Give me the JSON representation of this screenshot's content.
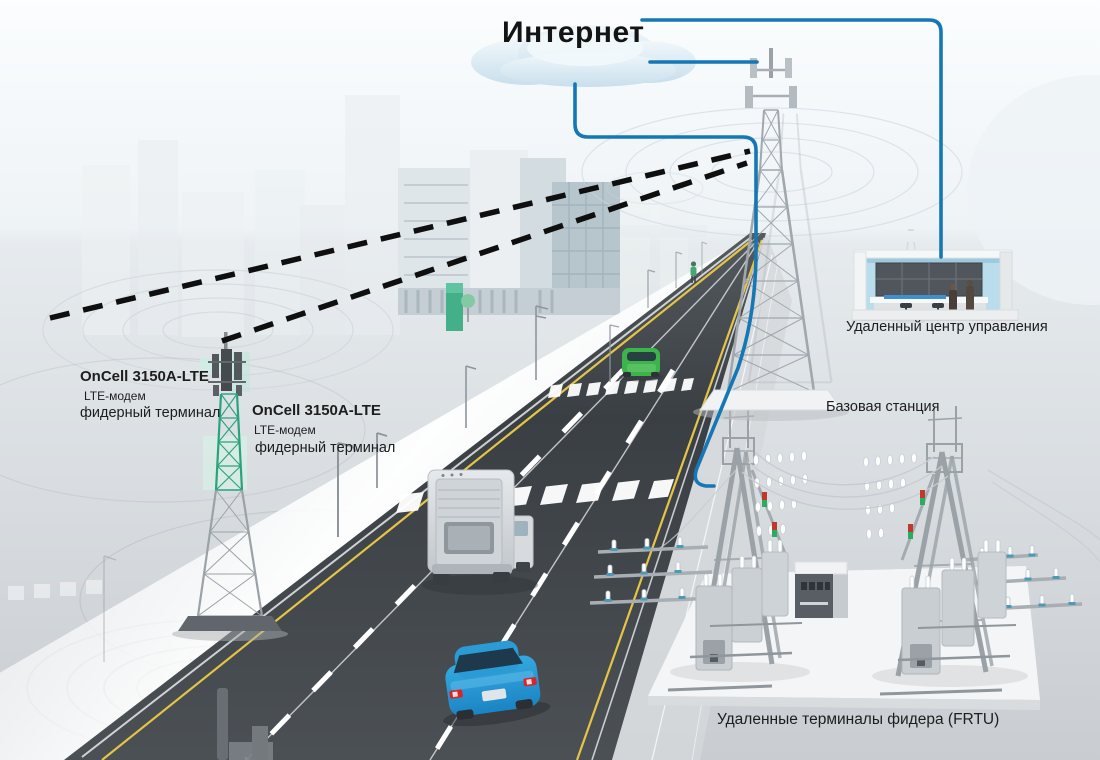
{
  "title": "Интернет",
  "labels": {
    "oncell_left": {
      "name": "OnCell 3150A-LTE",
      "line2": "LTE-модем",
      "line3": "фидерный терминал"
    },
    "oncell_right": {
      "name": "OnCell 3150A-LTE",
      "line2": "LTE-модем",
      "line3": "фидерный терминал"
    },
    "control_center": "Удаленный центр управления",
    "base_station": "Базовая станция",
    "frtu": "Удаленные терминалы фидера (FRTU)"
  },
  "colors": {
    "connection_line": "#1577b5",
    "wireless_dash": "#0f0f0f",
    "cloud": "#d8e9f3",
    "road": "#3e4347",
    "lane_white": "#ffffff",
    "edge_yellow": "#e6c445",
    "car_green": "#3cb34b",
    "car_blue": "#2198d4",
    "tower_green": "#2aa27b",
    "ground_gray": "#cdd1d4"
  }
}
